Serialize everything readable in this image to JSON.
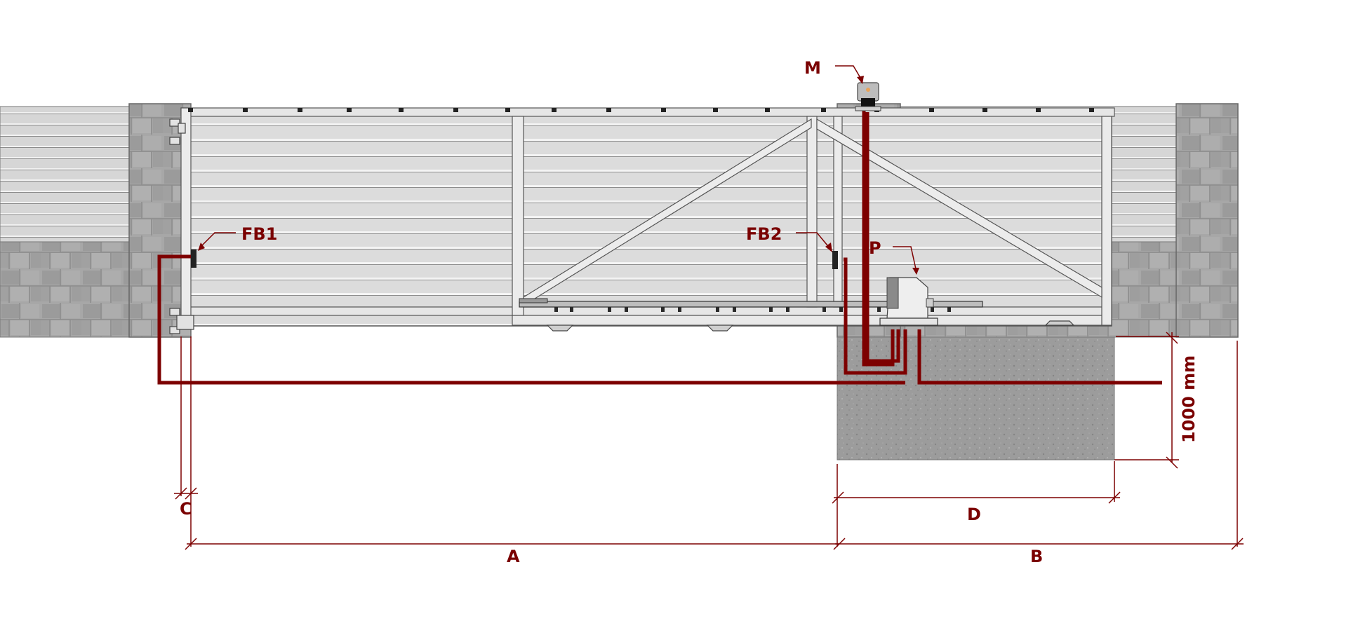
{
  "labels": {
    "motor": "M",
    "photocell_1": "FB1",
    "photocell_2": "FB2",
    "plate": "P",
    "dim_a": "A",
    "dim_b": "B",
    "dim_c": "C",
    "dim_d": "D",
    "depth": "1000 mm"
  },
  "colors": {
    "accent": "#7a0000",
    "cable": "#8b0000",
    "stone": "#a3a3a3",
    "concrete": "#9a9a9a",
    "gate": "#dadada"
  }
}
